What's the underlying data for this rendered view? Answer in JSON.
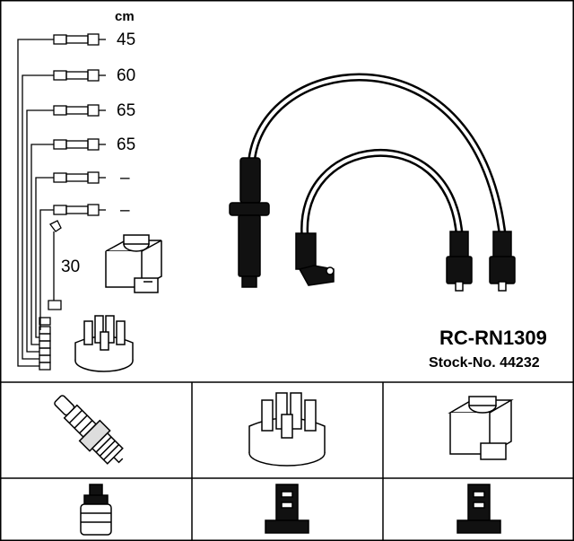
{
  "diagram": {
    "unit_label": "cm",
    "lengths": [
      "45",
      "60",
      "65",
      "65",
      "–",
      "–"
    ],
    "coil_lead_length": "30",
    "model": "RC-RN1309",
    "stock_number": "Stock-No. 44232"
  },
  "parts_table": {
    "row1": [
      "spark-plug",
      "distributor-cap",
      "ignition-coil"
    ],
    "row2": [
      "plug-connector-boot",
      "distributor-connector",
      "coil-connector"
    ]
  }
}
